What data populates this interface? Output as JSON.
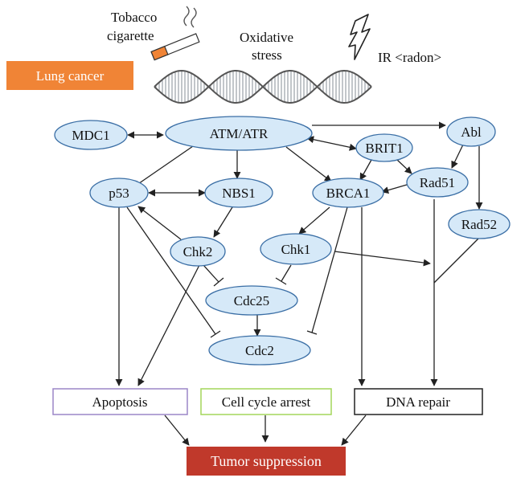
{
  "stressors": {
    "tobacco_line1": "Tobacco",
    "tobacco_line2": "cigarette",
    "oxidative_line1": "Oxidative",
    "oxidative_line2": "stress",
    "radiation": "IR <radon>"
  },
  "lung_cancer": {
    "label": "Lung cancer",
    "color": "#f08436"
  },
  "nodes": {
    "mdc1": "MDC1",
    "atm_atr": "ATM/ATR",
    "abl": "Abl",
    "brit1": "BRIT1",
    "p53": "p53",
    "nbs1": "NBS1",
    "brca1": "BRCA1",
    "rad51": "Rad51",
    "rad52": "Rad52",
    "chk2": "Chk2",
    "chk1": "Chk1",
    "cdc25": "Cdc25",
    "cdc2": "Cdc2"
  },
  "outcomes": {
    "apoptosis": {
      "label": "Apoptosis",
      "border": "#9b85c7"
    },
    "cell_cycle_arrest": {
      "label": "Cell cycle arrest",
      "border": "#a3d65a"
    },
    "dna_repair": {
      "label": "DNA repair",
      "border": "#222222"
    }
  },
  "tumor_suppression": {
    "label": "Tumor suppression",
    "color": "#c0392b"
  },
  "colors": {
    "node_fill": "#d6e9f8",
    "node_stroke": "#3a6ea5",
    "line": "#222222"
  }
}
